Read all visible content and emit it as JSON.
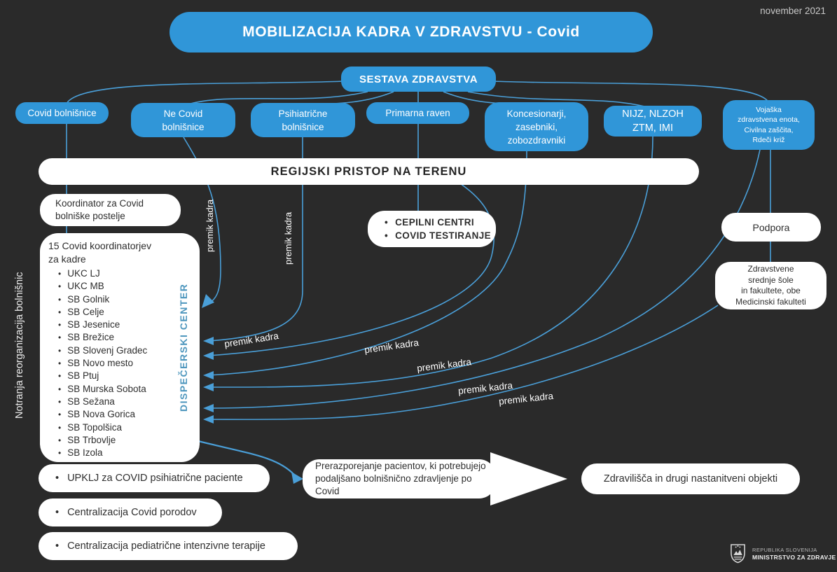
{
  "page": {
    "date": "november 2021",
    "title": "MOBILIZACIJA KADRA V ZDRAVSTVU - Covid"
  },
  "tree": {
    "root": "SESTAVA ZDRAVSTVA",
    "sectors": [
      {
        "label": "Covid bolnišnice"
      },
      {
        "label": "Ne Covid\nbolnišnice"
      },
      {
        "label": "Psihiatrične\nbolnišnice"
      },
      {
        "label": "Primarna raven"
      },
      {
        "label": "Koncesionarji,\nzasebniki,\nzobozdravniki"
      },
      {
        "label": "NIJZ, NLZOH\nZTM, IMI"
      },
      {
        "label": "Vojaška\nzdravstvena enota,\nCivilna zaščita,\nRdeči križ"
      }
    ]
  },
  "banner": {
    "label": "REGIJSKI PRISTOP NA TERENU"
  },
  "left_column": {
    "rotated_label": "Notranja reorganizacija bolnišnic",
    "koordinator": "Koordinator za Covid\nbolniške postelje",
    "coordinators": {
      "heading": "15 Covid koordinatorjev\nza kadre",
      "items": [
        "UKC LJ",
        "UKC MB",
        "SB Golnik",
        "SB Celje",
        "SB Jesenice",
        "SB Brežice",
        "SB Slovenj Gradec",
        "SB Novo mesto",
        "SB Ptuj",
        "SB Murska Sobota",
        "SB Sežana",
        "SB Nova Gorica",
        "SB Topolšica",
        "SB Trbovlje",
        "SB Izola"
      ],
      "dispatcher_label": "DISPEČERSKI CENTER"
    }
  },
  "center": {
    "cepilni_items": [
      "CEPILNI CENTRI",
      "COVID TESTIRANJE"
    ],
    "premik_label": "premik kadra"
  },
  "right_column": {
    "podpora": "Podpora",
    "schools": "Zdravstvene\nsrednje šole\nin fakultete, obe\nMedicinski fakulteti"
  },
  "reorg": {
    "upklj": "UPKLJ za COVID psihiatrične paciente",
    "porodi": "Centralizacija Covid porodov",
    "pediatricna": "Centralizacija pediatrične intenzivne terapije"
  },
  "transfer": {
    "text": "Prerazporejanje pacientov, ki potrebujejo\npodaljšano bolnišnično zdravljenje po Covid",
    "destination": "Zdravilišča in drugi nastanitveni objekti"
  },
  "footer": {
    "org_line1": "REPUBLIKA SLOVENIJA",
    "org_line2": "MINISTRSTVO ZA ZDRAVJE"
  },
  "colors": {
    "background": "#2a2a2a",
    "node_blue": "#3096d8",
    "line_blue": "#4a9fd8",
    "box_white": "#ffffff",
    "text_dark": "#2e2e2e",
    "dispatcher_blue": "#4d96bd"
  }
}
